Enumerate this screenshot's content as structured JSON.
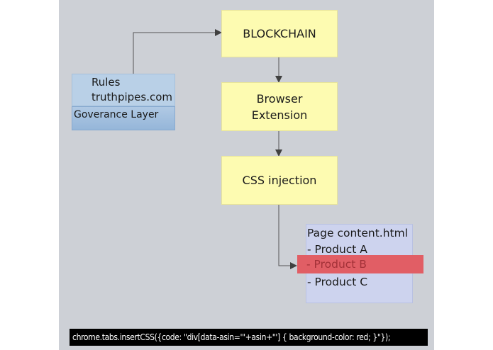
{
  "nodes": {
    "blockchain": "BLOCKCHAIN",
    "browser_extension": [
      "Browser",
      "Extension"
    ],
    "css_injection": "CSS injection",
    "rules": [
      "Rules",
      "truthpipes.com"
    ],
    "governance": "Goverance Layer",
    "page_content": {
      "title": "Page content.html",
      "items": [
        "- Product A",
        "- Product B",
        "- Product C"
      ]
    }
  },
  "code_line": "chrome.tabs.insertCSS({code: \"div[data-asin='\"+asin+\"'] { background-color: red; }\"});",
  "colors": {
    "panel_bg": "#cdd0d6",
    "yellow_box": "#fdfbb1",
    "rules_box": "#b9d0e7",
    "governance_box": "#95b6d9",
    "page_box": "#cdd3ee",
    "highlight": "#e15e65",
    "arrow": "#404040"
  }
}
